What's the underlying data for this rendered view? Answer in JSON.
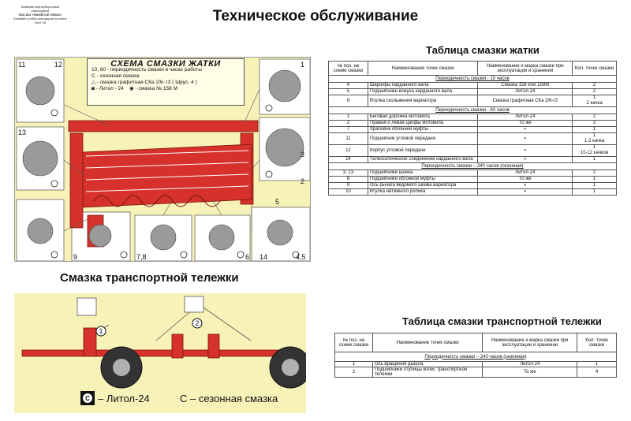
{
  "corner_text": [
    "Комбайн зерноуборочный",
    "самоходный",
    "КЗС-812 «ПАЛЕССЕ GS812»",
    "Комбайн учебно-наглядное пособие",
    "Лист 18"
  ],
  "title": "Техническое обслуживание",
  "scheme": {
    "title": "СХЕМА СМАЗКИ ЖАТКИ",
    "line1": "10; 60 - периодичность смазки в часах работы",
    "line2": "С - сезонная смазка",
    "line3": "- смазка графитная СКа 2/6- г3 ( Шрус- 4 )",
    "line4_a": "- Литол - 24",
    "line4_b": "- смазка № 158 М",
    "callouts": [
      "11",
      "12",
      "13",
      "3",
      "2",
      "1",
      "5",
      "9",
      "7,8",
      "6",
      "14",
      "4,5"
    ]
  },
  "jatka_table": {
    "title": "Таблица смазки жатки",
    "headers": [
      "№ поз. на схеме смазки",
      "Наименование точек смазки",
      "Наименование и марка смазки при эксплуатации и хранении",
      "Кол. точек смазки"
    ],
    "sections": [
      {
        "period": "Периодичность смазки - 10 часов",
        "rows": [
          [
            "4",
            "Шарниры карданного вала",
            "Смазка 158 или 158М",
            "2"
          ],
          [
            "5",
            "Подшипники кожуха карданного вала",
            "Литол-24",
            "2"
          ],
          [
            "6",
            "Втулка скольжения вариатора",
            "Смазка графитная СКа 2/6-г3",
            "1\n2 качка"
          ]
        ]
      },
      {
        "period": "Периодичность смазки - 60 часов",
        "rows": [
          [
            "1",
            "Беговая дорожка мотовила",
            "Литол-24",
            "2"
          ],
          [
            "2",
            "Правая и левая цапфы мотовила",
            "То же",
            "2"
          ],
          [
            "7",
            "Храповик обгонной муфты",
            "«",
            "1"
          ],
          [
            "11",
            "Подшипник угловой передачи",
            "«",
            "1\n1-2 качка"
          ],
          [
            "12",
            "Корпус угловой передачи",
            "«",
            "1\n10-12 качков"
          ],
          [
            "14",
            "Телескопическое соединение карданного вала",
            "«",
            "1"
          ]
        ]
      },
      {
        "period": "Периодичность смазки – 240 часов (сезонная)",
        "rows": [
          [
            "3, 13",
            "Подшипники шнека",
            "Литол-24",
            "2"
          ],
          [
            "8",
            "Подшипники обгонной муфты",
            "То же",
            "1"
          ],
          [
            "9",
            "Ось рычага ведомого шкива вариатора",
            "«",
            "1"
          ],
          [
            "10",
            "Втулка натяжного ролика",
            "«",
            "1"
          ]
        ]
      }
    ]
  },
  "cart_title": "Смазка транспортной тележки",
  "cart": {
    "callouts": [
      "1",
      "2"
    ],
    "legend_litol": "– Литол-24",
    "legend_season": "С – сезонная смазка",
    "season_letter": "С"
  },
  "cart_table": {
    "title": "Таблица смазки транспортной тележки",
    "headers": [
      "№ поз. на схеме смазки",
      "Наименование точек смазки",
      "Наименование и марка смазки при эксплуатации и хранении",
      "Кол. точек смазки"
    ],
    "period": "Периодичность смазки – 240 часов (сезонная)",
    "rows": [
      [
        "1",
        "Ось вращения дышла",
        "Литол-24",
        "1"
      ],
      [
        "2",
        "Подшипники ступицы колес транспортной тележки",
        "То же",
        "4"
      ]
    ]
  },
  "colors": {
    "machine_red": "#d6322b",
    "panel_yellow": "#f7f2b8"
  }
}
